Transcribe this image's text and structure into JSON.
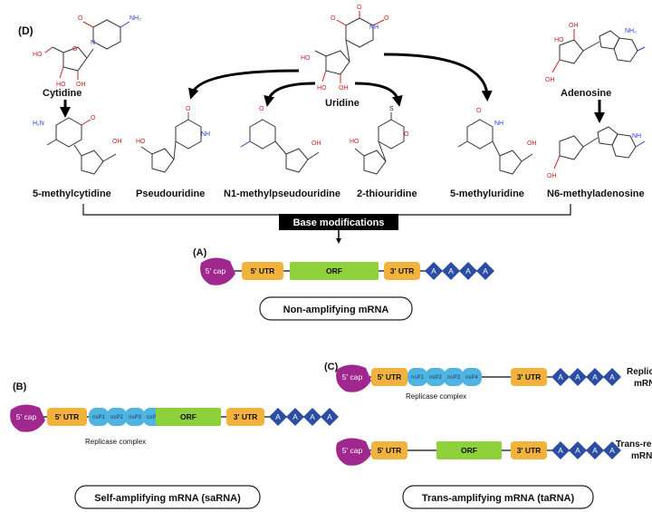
{
  "panels": {
    "d": "(D)",
    "a": "(A)",
    "b": "(B)",
    "c": "(C)"
  },
  "nucleosides": {
    "cytidine": "Cytidine",
    "uridine": "Uridine",
    "adenosine": "Adenosine"
  },
  "modifications": [
    "5-methylcytidine",
    "Pseudouridine",
    "N1-methylpseudouridine",
    "2-thiouridine",
    "5-methyluridine",
    "N6-methyladenosine"
  ],
  "base_modifications_label": "Base modifications",
  "atoms": {
    "O": "O",
    "OH": "OH",
    "HO": "HO",
    "N": "N",
    "NH": "NH",
    "NH2": "NH₂",
    "H2N": "H₂N",
    "S": "S"
  },
  "construct": {
    "cap": "5' cap",
    "utr5": "5' UTR",
    "utr3": "3' UTR",
    "orf": "ORF",
    "a": "A",
    "nsp": [
      "nsP1",
      "nsP2",
      "nsP3",
      "nsP4"
    ],
    "replicase": "Replicase complex"
  },
  "captions": {
    "non_amp": "Non-amplifying mRNA",
    "self_amp": "Self-amplifying mRNA (saRNA)",
    "trans_amp": "Trans-amplifying mRNA (taRNA)",
    "replicon_1": "Replic",
    "replicon_2": "mRN",
    "trans_1": "Trans-re",
    "trans_2": "mRN"
  },
  "colors": {
    "cap": "#a0278e",
    "utr": "#f2b23e",
    "orf": "#8fd13a",
    "nsp": "#4fb4e0",
    "polyA": "#2b4ea3",
    "line": "#333333",
    "label_bg": "#000000"
  }
}
